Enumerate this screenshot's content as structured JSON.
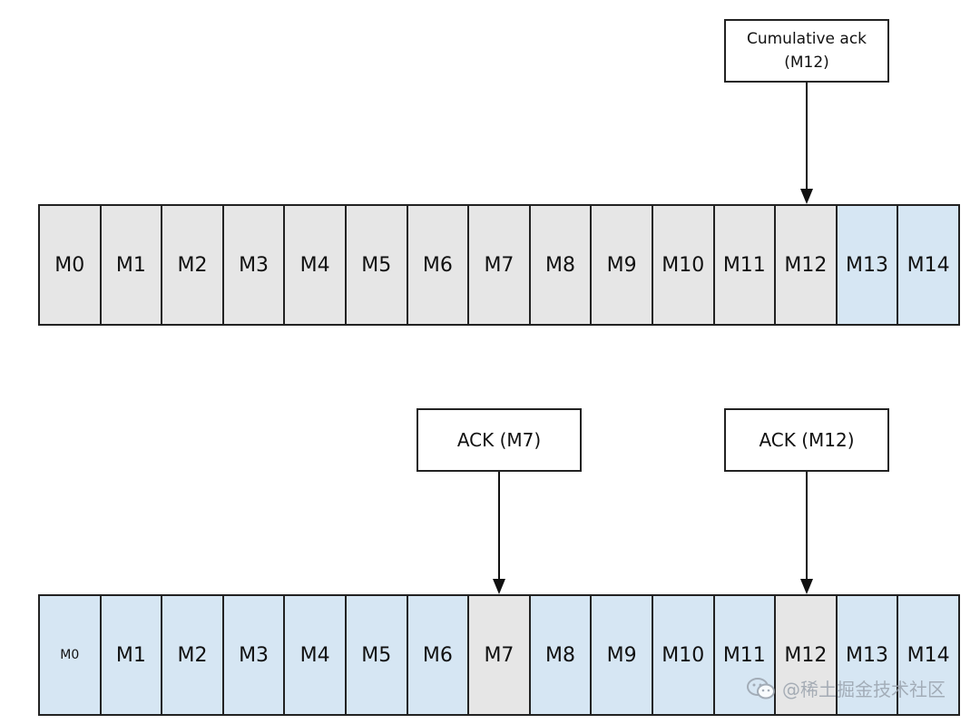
{
  "colors": {
    "acked": "#e6e6e6",
    "unacked": "#d6e6f3",
    "border": "#222222"
  },
  "top": {
    "callout": {
      "line1": "Cumulative ack",
      "line2": "(M12)"
    },
    "cells": [
      {
        "label": "M0",
        "state": "acked"
      },
      {
        "label": "M1",
        "state": "acked"
      },
      {
        "label": "M2",
        "state": "acked"
      },
      {
        "label": "M3",
        "state": "acked"
      },
      {
        "label": "M4",
        "state": "acked"
      },
      {
        "label": "M5",
        "state": "acked"
      },
      {
        "label": "M6",
        "state": "acked"
      },
      {
        "label": "M7",
        "state": "acked"
      },
      {
        "label": "M8",
        "state": "acked"
      },
      {
        "label": "M9",
        "state": "acked"
      },
      {
        "label": "M10",
        "state": "acked"
      },
      {
        "label": "M11",
        "state": "acked"
      },
      {
        "label": "M12",
        "state": "acked"
      },
      {
        "label": "M13",
        "state": "unacked"
      },
      {
        "label": "M14",
        "state": "unacked"
      }
    ]
  },
  "bottom": {
    "callout_ack7": "ACK (M7)",
    "callout_ack12": "ACK (M12)",
    "cells": [
      {
        "label": "M0",
        "state": "unacked"
      },
      {
        "label": "M1",
        "state": "unacked"
      },
      {
        "label": "M2",
        "state": "unacked"
      },
      {
        "label": "M3",
        "state": "unacked"
      },
      {
        "label": "M4",
        "state": "unacked"
      },
      {
        "label": "M5",
        "state": "unacked"
      },
      {
        "label": "M6",
        "state": "unacked"
      },
      {
        "label": "M7",
        "state": "acked"
      },
      {
        "label": "M8",
        "state": "unacked"
      },
      {
        "label": "M9",
        "state": "unacked"
      },
      {
        "label": "M10",
        "state": "unacked"
      },
      {
        "label": "M11",
        "state": "unacked"
      },
      {
        "label": "M12",
        "state": "acked"
      },
      {
        "label": "M13",
        "state": "unacked"
      },
      {
        "label": "M14",
        "state": "unacked"
      }
    ]
  },
  "watermark": {
    "text": "@稀土掘金技术社区",
    "icon": "wechat-icon"
  }
}
